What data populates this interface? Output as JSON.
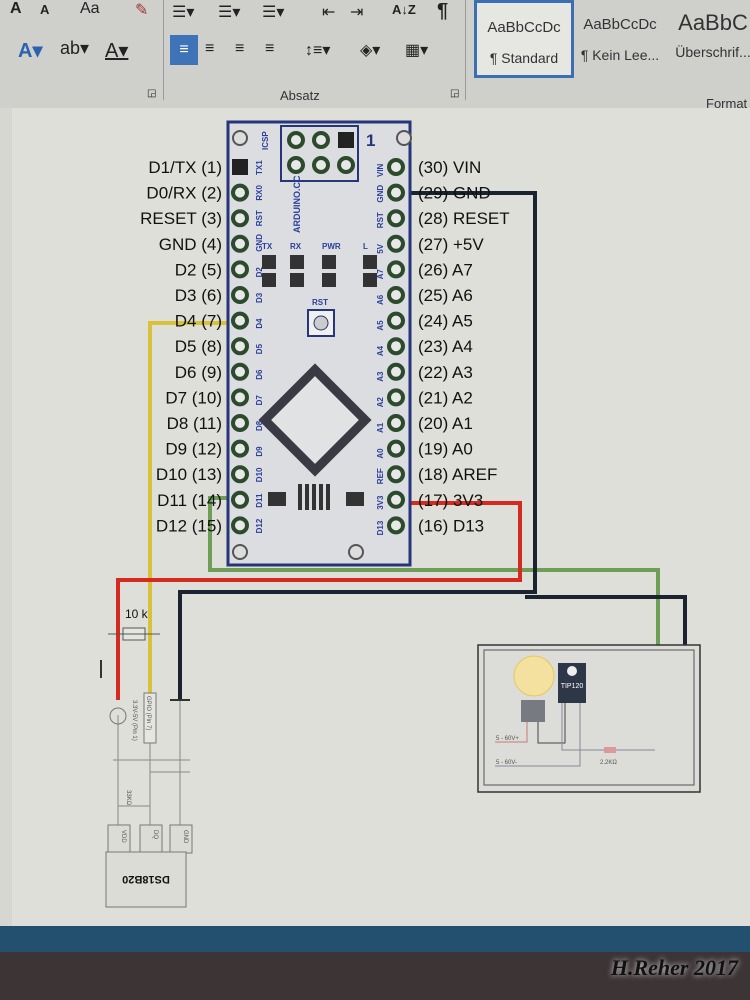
{
  "ribbon": {
    "font_buttons": [
      "A",
      "A",
      "Aa"
    ],
    "paragraph_group_label": "Absatz",
    "sort_label": "A↓Z",
    "pilcrow": "¶",
    "styles": [
      {
        "preview": "AaBbCcDc",
        "name": "¶ Standard",
        "selected": true
      },
      {
        "preview": "AaBbCcDc",
        "name": "¶ Kein Lee...",
        "selected": false
      },
      {
        "preview": "AaBbC",
        "name": "Überschrif...",
        "selected": false
      }
    ],
    "styles_group_label": "Format"
  },
  "board": {
    "icsp_label": "ICSP",
    "icsp_pin1": "1",
    "leds": [
      "TX",
      "RX",
      "PWR",
      "L"
    ],
    "reset_label": "RST",
    "brand": "ARDUINO.CC",
    "left_silk": [
      "TX1",
      "RX0",
      "RST",
      "GND",
      "D2",
      "D3",
      "D4",
      "D5",
      "D6",
      "D7",
      "D8",
      "D9",
      "D10",
      "D11",
      "D12"
    ],
    "right_silk": [
      "VIN",
      "GND",
      "RST",
      "5V",
      "A7",
      "A6",
      "A5",
      "A4",
      "A3",
      "A2",
      "A1",
      "A0",
      "REF",
      "3V3",
      "D13"
    ]
  },
  "left_pins": [
    "D1/TX (1)",
    "D0/RX (2)",
    "RESET (3)",
    "GND (4)",
    "D2 (5)",
    "D3 (6)",
    "D4 (7)",
    "D5 (8)",
    "D6 (9)",
    "D7 (10)",
    "D8 (11)",
    "D9 (12)",
    "D10 (13)",
    "D11 (14)",
    "D12 (15)"
  ],
  "right_pins": [
    "(30) VIN",
    "(29) GND",
    "(28) RESET",
    "(27) +5V",
    "(26) A7",
    "(25) A6",
    "(24) A5",
    "(23) A4",
    "(22) A3",
    "(21) A2",
    "(20) A1",
    "(19) A0",
    "(18) AREF",
    "(17) 3V3",
    "(16) D13"
  ],
  "sensor": {
    "resistor_label": "10 k",
    "small_resistor_label": "33KΩ",
    "vdd_conn": "3.3V-5V (Pin 1)",
    "dq_conn": "GPIO (Pin 7)",
    "pins": [
      "VDD",
      "DQ",
      "GND"
    ],
    "chip": "DS18B20"
  },
  "load": {
    "transistor": "TIP120",
    "supply_plus": "5 - 60V+",
    "supply_minus": "5 - 60V-",
    "resistor": "2.2KΩ"
  },
  "wire_colors": {
    "yellow": "#d9c23a",
    "green": "#6e9e55",
    "red": "#d42a1f",
    "black": "#1b2230"
  },
  "signature": "H.Reher 2017"
}
